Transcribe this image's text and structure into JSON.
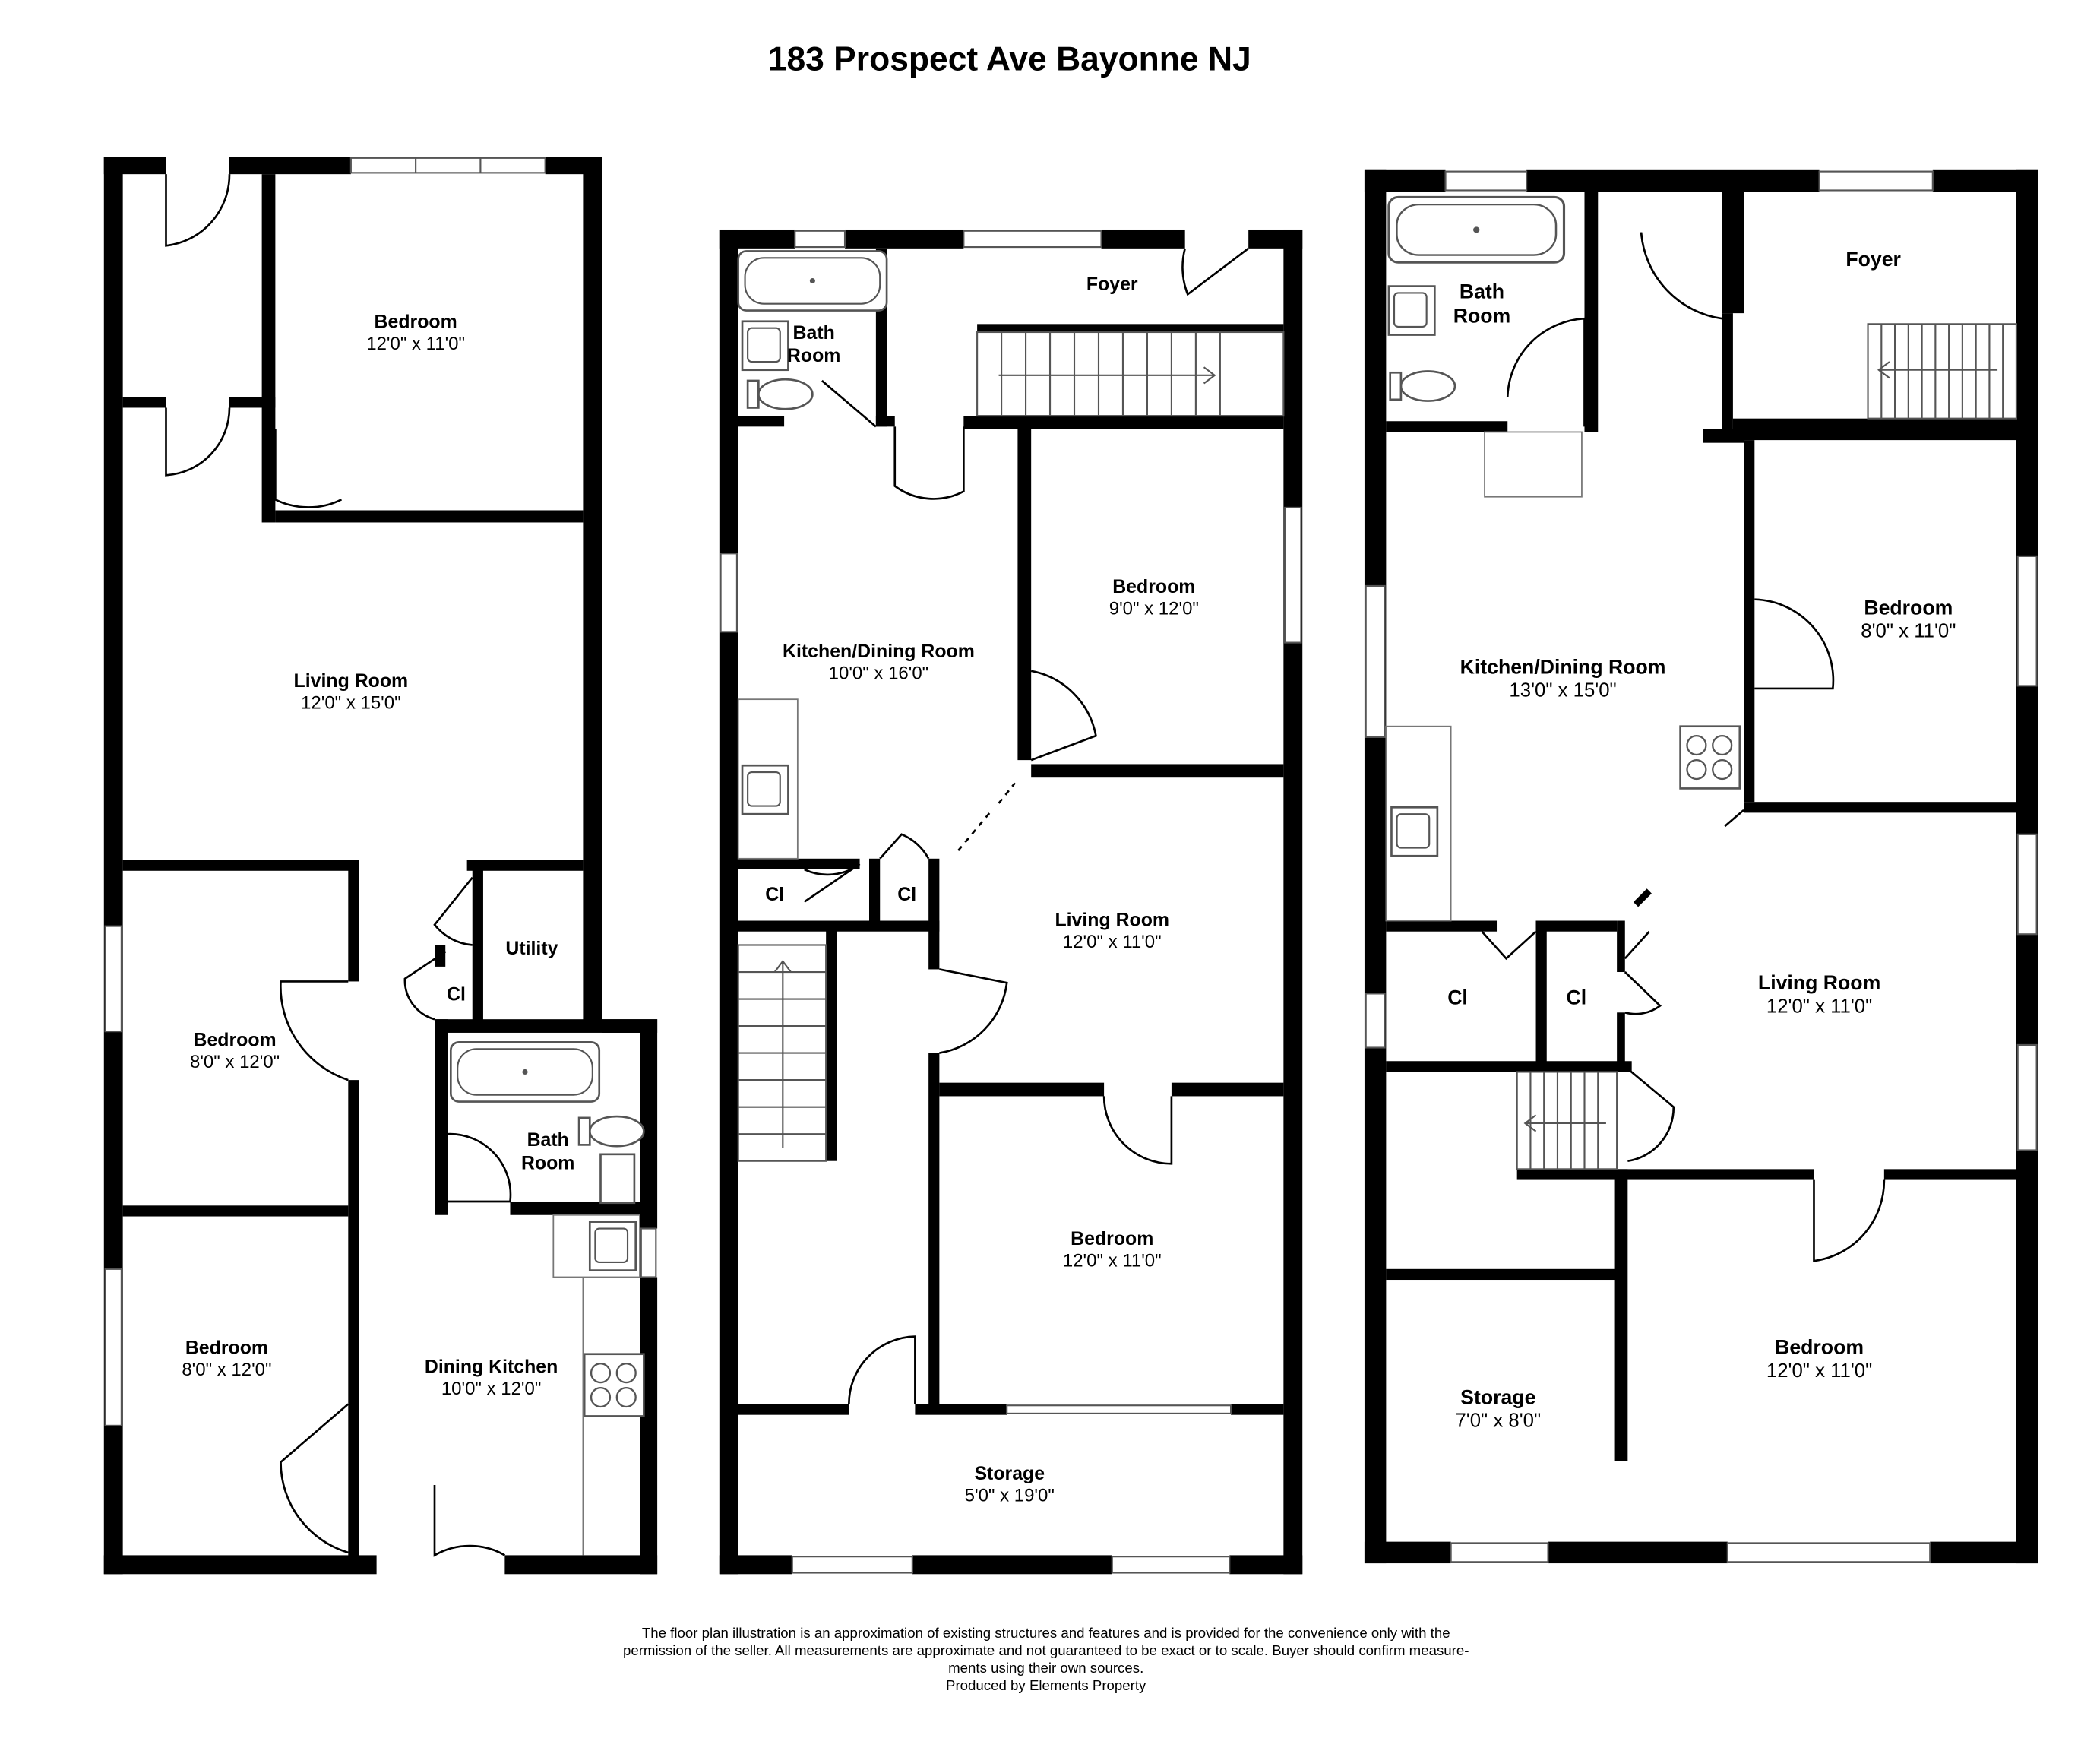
{
  "title": "183 Prospect Ave Bayonne NJ",
  "plans": [
    {
      "rooms": [
        {
          "name": "Bedroom",
          "dims": "12'0\" x 11'0\""
        },
        {
          "name": "Living Room",
          "dims": "12'0\" x 15'0\""
        },
        {
          "name": "Bedroom",
          "dims": "8'0\" x 12'0\""
        },
        {
          "name": "Bedroom",
          "dims": "8'0\" x 12'0\""
        },
        {
          "name": "Dining Kitchen",
          "dims": "10'0\" x 12'0\""
        },
        {
          "name": "Utility",
          "dims": ""
        },
        {
          "name": "Cl",
          "dims": ""
        },
        {
          "name": "Bath Room",
          "dims": ""
        }
      ]
    },
    {
      "rooms": [
        {
          "name": "Foyer",
          "dims": ""
        },
        {
          "name": "Bath Room",
          "dims": ""
        },
        {
          "name": "Kitchen/Dining Room",
          "dims": "10'0\" x 16'0\""
        },
        {
          "name": "Bedroom",
          "dims": "9'0\" x 12'0\""
        },
        {
          "name": "Living Room",
          "dims": "12'0\" x 11'0\""
        },
        {
          "name": "Bedroom",
          "dims": "12'0\" x 11'0\""
        },
        {
          "name": "Storage",
          "dims": "5'0\" x 19'0\""
        },
        {
          "name": "Cl",
          "dims": ""
        },
        {
          "name": "Cl",
          "dims": ""
        }
      ]
    },
    {
      "rooms": [
        {
          "name": "Bath Room",
          "dims": ""
        },
        {
          "name": "Foyer",
          "dims": ""
        },
        {
          "name": "Kitchen/Dining Room",
          "dims": "13'0\" x 15'0\""
        },
        {
          "name": "Bedroom",
          "dims": "8'0\" x 11'0\""
        },
        {
          "name": "Living Room",
          "dims": "12'0\" x 11'0\""
        },
        {
          "name": "Bedroom",
          "dims": "12'0\" x 11'0\""
        },
        {
          "name": "Storage",
          "dims": "7'0\" x 8'0\""
        },
        {
          "name": "Cl",
          "dims": ""
        },
        {
          "name": "Cl",
          "dims": ""
        }
      ]
    }
  ],
  "disclaimer": [
    "The floor plan illustration is an approximation of existing structures and features and is provided for the convenience only with the",
    "permission of the seller. All measurements are approximate and not guaranteed to be exact or to scale. Buyer should confirm measure-",
    "ments using their own sources.",
    "Produced by Elements Property"
  ]
}
